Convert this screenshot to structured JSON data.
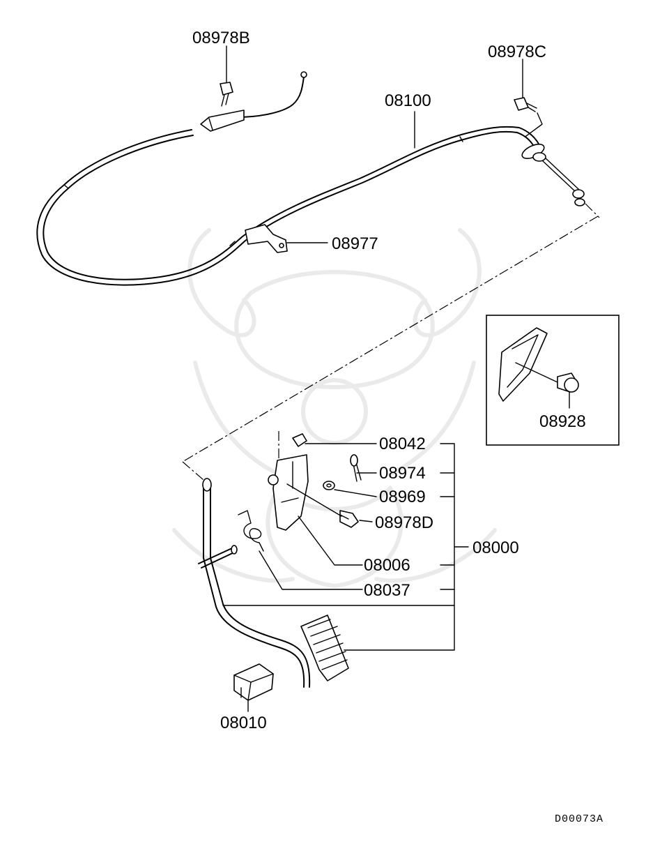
{
  "parts": {
    "p08978B": "08978B",
    "p08978C": "08978C",
    "p08100": "08100",
    "p08977": "08977",
    "p08928": "08928",
    "p08042": "08042",
    "p08974": "08974",
    "p08969": "08969",
    "p08978D": "08978D",
    "p08000": "08000",
    "p08006": "08006",
    "p08037": "08037",
    "p08010": "08010"
  },
  "drawing_code": "D00073A",
  "colors": {
    "line": "#000000",
    "watermark": "#d9d9d9",
    "background": "#ffffff"
  }
}
